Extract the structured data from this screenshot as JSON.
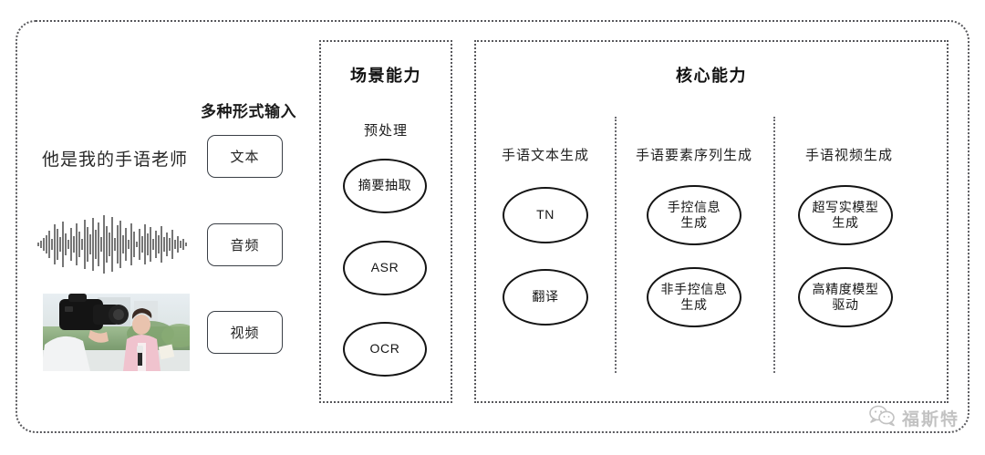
{
  "input_section": {
    "caption": "多种形式输入",
    "sample_sentence": "他是我的手语老师",
    "modalities": [
      {
        "label": "文本",
        "media": "text-sentence"
      },
      {
        "label": "音频",
        "media": "audio-waveform"
      },
      {
        "label": "视频",
        "media": "video-thumbnail"
      }
    ]
  },
  "scene_panel": {
    "title": "场景能力",
    "group_label": "预处理",
    "nodes": [
      "摘要抽取",
      "ASR",
      "OCR"
    ]
  },
  "core_panel": {
    "title": "核心能力",
    "columns": [
      {
        "label": "手语文本生成",
        "nodes": [
          "TN",
          "翻译"
        ]
      },
      {
        "label": "手语要素序列生成",
        "nodes": [
          "手控信息\n生成",
          "非手控信息\n生成"
        ]
      },
      {
        "label": "手语视频生成",
        "nodes": [
          "超写实模型\n生成",
          "高精度模型\n驱动"
        ]
      }
    ]
  },
  "watermark": {
    "text": "福斯特",
    "icon": "wechat-bubbles-icon"
  },
  "colors": {
    "border": "#58585c",
    "node_stroke": "#141414",
    "text": "#1c1c1c",
    "background": "#ffffff"
  }
}
